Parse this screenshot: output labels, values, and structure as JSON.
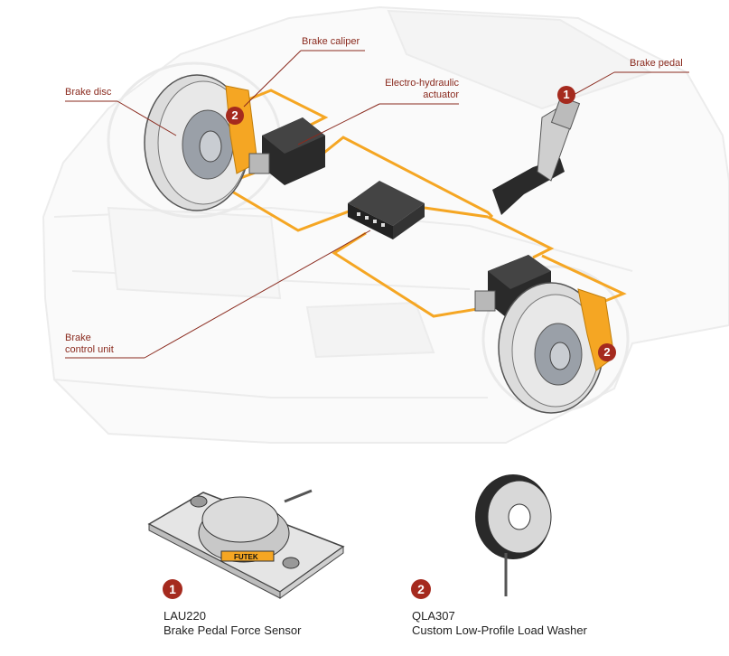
{
  "callouts": {
    "brake_caliper": "Brake caliper",
    "brake_disc": "Brake disc",
    "electro_hydraulic_actuator": [
      "Electro-hydraulic",
      "actuator"
    ],
    "brake_pedal": "Brake pedal",
    "brake_control_unit": [
      "Brake",
      "control unit"
    ]
  },
  "markers": {
    "sensor_1": "1",
    "sensor_2": "2"
  },
  "products": [
    {
      "number": "1",
      "model": "LAU220",
      "name": "Brake Pedal Force Sensor",
      "brand_mark": "FUTEK"
    },
    {
      "number": "2",
      "model": "QLA307",
      "name": "Custom Low-Profile Load Washer"
    }
  ],
  "colors": {
    "accent_red": "#a52a1e",
    "line_orange": "#f5a623",
    "car_outline": "#e8e8e8",
    "metal_gray": "#b8b8b8",
    "actuator_black": "#2a2a2a"
  }
}
